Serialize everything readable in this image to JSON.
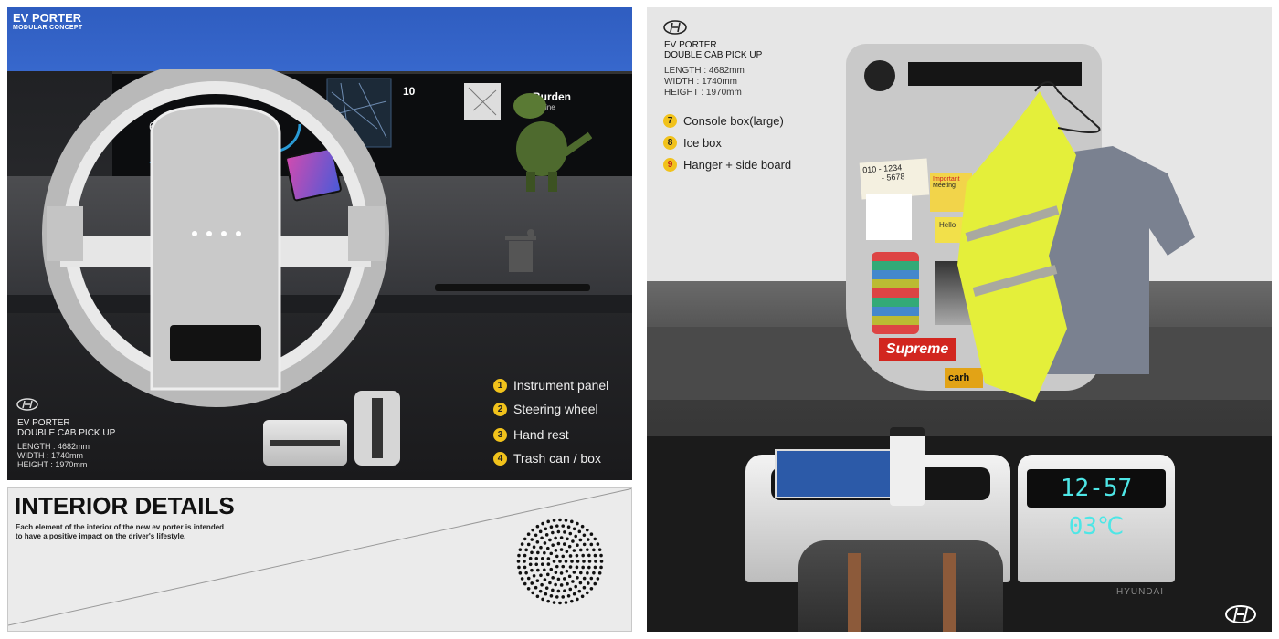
{
  "left_panel": {
    "title": "EV PORTER",
    "subtitle": "MODULAR CONCEPT",
    "dash_labels": {
      "nav_label": "Burden",
      "nav_sub": "Amine",
      "num_10": "10",
      "speed": "64"
    },
    "spec": {
      "model": "EV PORTER",
      "type": "DOUBLE CAB PICK UP",
      "length": "LENGTH : 4682mm",
      "width": "WIDTH : 1740mm",
      "height": "HEIGHT : 1970mm"
    },
    "features": [
      {
        "num": "1",
        "label": "Instrument panel"
      },
      {
        "num": "2",
        "label": "Steering wheel"
      },
      {
        "num": "3",
        "label": "Hand rest"
      },
      {
        "num": "4",
        "label": "Trash can / box"
      }
    ]
  },
  "card": {
    "heading": "INTERIOR DETAILS",
    "desc_line1": "Each element of the interior of the new ev porter is intended",
    "desc_line2": "to have a positive impact on the driver's lifestyle."
  },
  "right_panel": {
    "spec": {
      "model": "EV PORTER",
      "type": "DOUBLE CAB PICK UP",
      "length": "LENGTH : 4682mm",
      "width": "WIDTH : 1740mm",
      "height": "HEIGHT : 1970mm"
    },
    "features": [
      {
        "num": "7",
        "label": "Console box(large)"
      },
      {
        "num": "8",
        "label": "Ice box"
      },
      {
        "num": "9",
        "label": "Hanger + side board"
      }
    ],
    "stickers": {
      "supreme": "Supreme",
      "carhartt": "carh",
      "note1": "010 - 1234",
      "note2": "- 5678",
      "note3": "Important",
      "note4": "Meeting",
      "note5": "Hello"
    },
    "clock": "12-57 03℃",
    "brand": "HYUNDAI"
  },
  "colors": {
    "accent_yellow": "#f1c21b",
    "sky_blue": "#3a6bd0",
    "vest_yellow": "#e6f03a",
    "clock_cyan": "#3ee0e0"
  }
}
